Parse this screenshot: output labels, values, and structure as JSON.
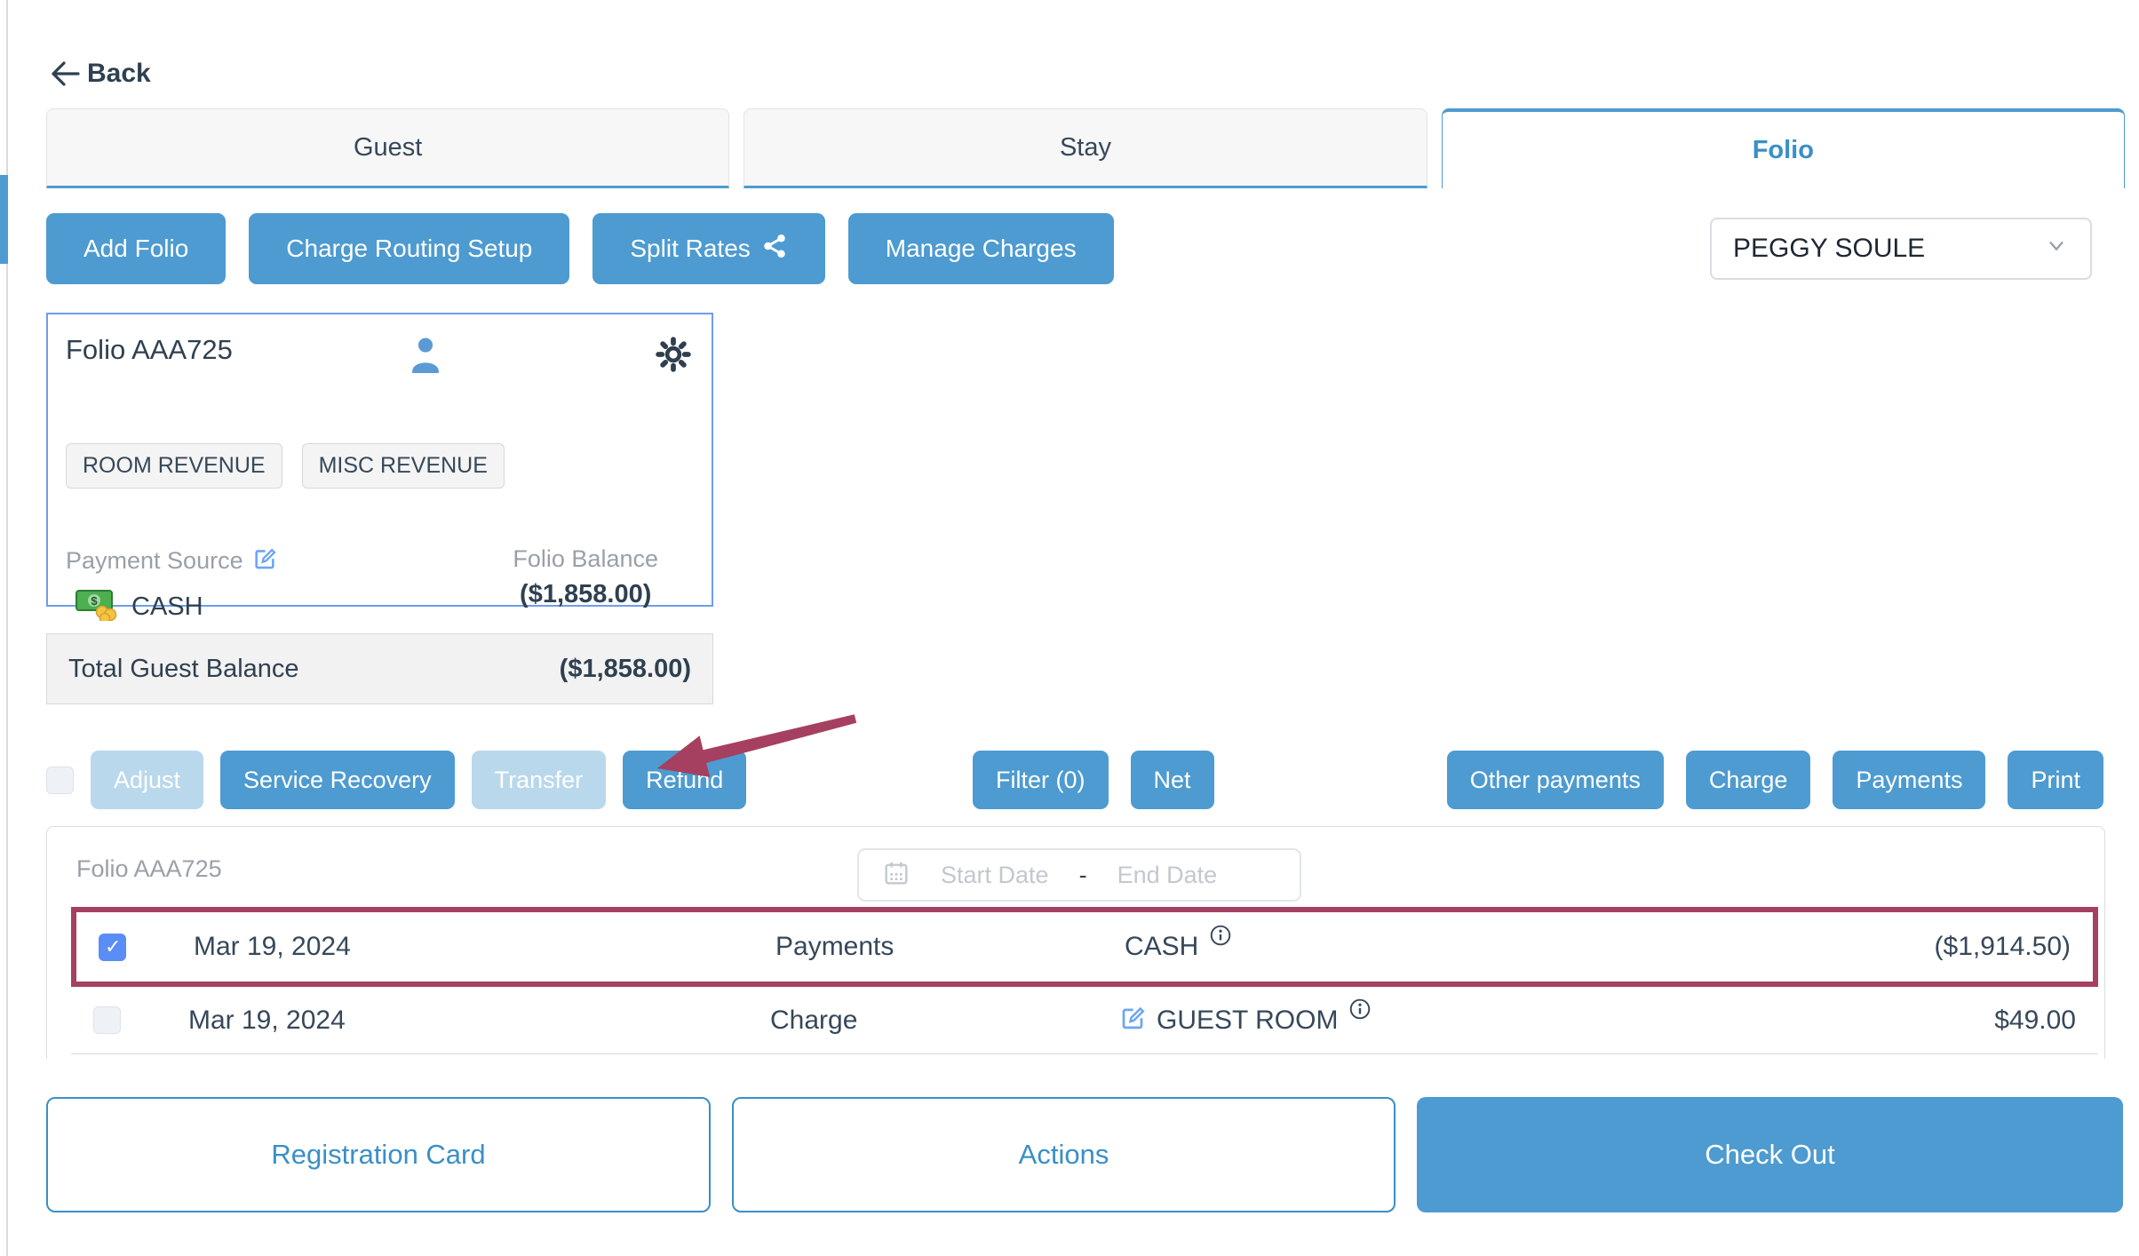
{
  "page": {
    "back_label": "Back"
  },
  "tabs": {
    "guest": "Guest",
    "stay": "Stay",
    "folio": "Folio"
  },
  "toolbar": {
    "add_folio": "Add Folio",
    "charge_routing": "Charge Routing Setup",
    "split_rates": "Split Rates",
    "manage_charges": "Manage Charges"
  },
  "guest_select": {
    "value": "PEGGY SOULE"
  },
  "folio_card": {
    "title": "Folio AAA725",
    "tags": [
      "ROOM REVENUE",
      "MISC REVENUE"
    ],
    "payment_source_label": "Payment Source",
    "payment_source_value": "CASH",
    "balance_label": "Folio Balance",
    "balance_value": "($1,858.00)"
  },
  "total": {
    "label": "Total Guest Balance",
    "value": "($1,858.00)"
  },
  "actions": {
    "adjust": "Adjust",
    "service_recovery": "Service Recovery",
    "transfer": "Transfer",
    "refund": "Refund",
    "filter": "Filter (0)",
    "net": "Net",
    "other_payments": "Other payments",
    "charge": "Charge",
    "payments": "Payments",
    "print": "Print"
  },
  "table": {
    "title": "Folio AAA725",
    "date_range": {
      "start_placeholder": "Start Date",
      "separator": "-",
      "end_placeholder": "End Date"
    },
    "rows": [
      {
        "date": "Mar 19, 2024",
        "type": "Payments",
        "description": "CASH",
        "amount": "($1,914.50)"
      },
      {
        "date": "Mar 19, 2024",
        "type": "Charge",
        "description": "GUEST ROOM",
        "amount": "$49.00"
      }
    ]
  },
  "footer": {
    "registration_card": "Registration Card",
    "actions": "Actions",
    "check_out": "Check Out"
  },
  "icons": {
    "back": "arrow-left-icon",
    "split_rates": "share-icon",
    "folio_owner": "person-icon",
    "folio_settings": "gear-icon",
    "payment_source_edit": "edit-icon",
    "payment_cash": "cash-icon",
    "date_range": "calendar-icon",
    "row_info": "info-icon",
    "row_edit": "edit-icon",
    "select": "chevron-down-icon",
    "annotation": "maroon-arrow"
  },
  "colors": {
    "primary": "#4d9bd0",
    "primary_light": "#b9d8ec",
    "outline_blue": "#3a8fc7",
    "card_border": "#6d9eea",
    "highlight_maroon": "#a64060",
    "checkbox_checked": "#5a8df5",
    "text_dark": "#2f4050",
    "text_gray": "#9aa0a8"
  }
}
